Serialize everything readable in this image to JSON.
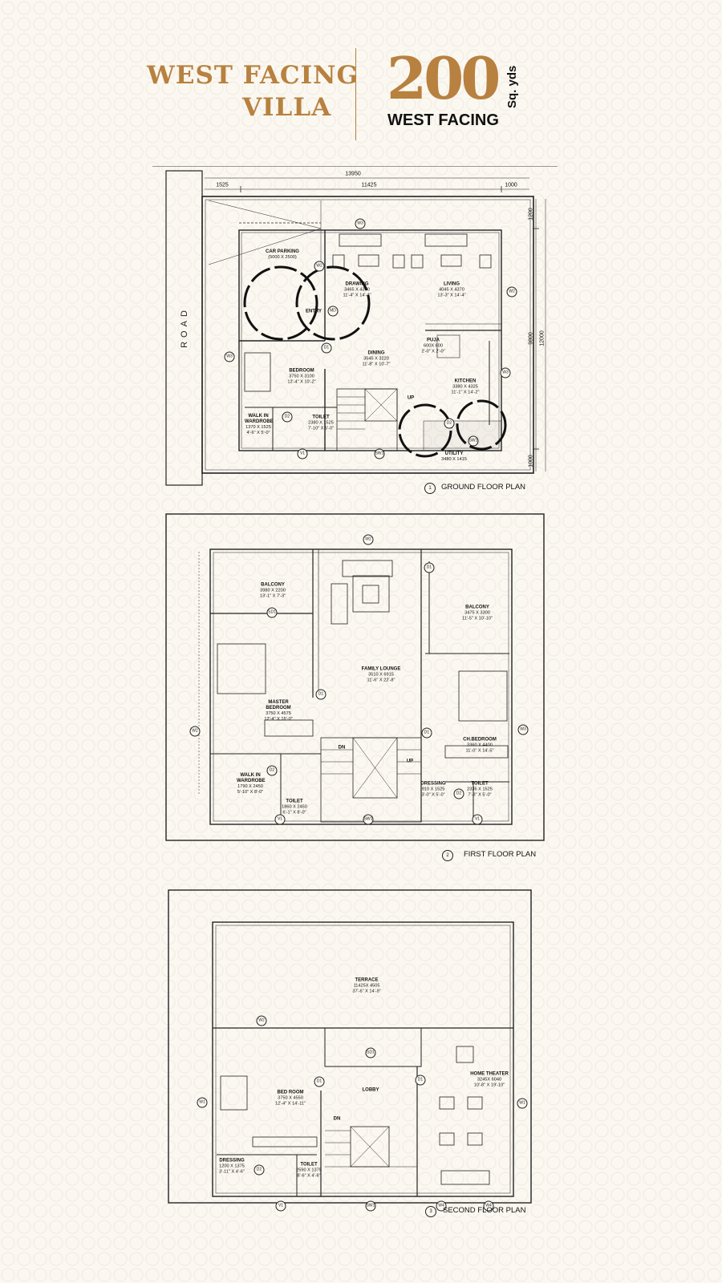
{
  "header": {
    "title_line1": "WEST FACING",
    "title_line2": "VILLA",
    "area_value": "200",
    "area_unit": "Sq. yds",
    "facing": "WEST FACING",
    "accent_color": "#b8813f"
  },
  "ground": {
    "title": "GROUND FLOOR PLAN",
    "number": "1",
    "road_label": "ROAD",
    "dims": {
      "total": "13950",
      "left": "1525",
      "middle": "11425",
      "right": "1000",
      "top_v": "1200",
      "mid_v": "9800",
      "total_v": "12000",
      "bottom_v": "1000"
    },
    "rooms": [
      {
        "name": "CAR PARKING",
        "size": "(5000 X 2500)",
        "imperial": ""
      },
      {
        "name": "DRAWING",
        "size": "3465 X 4370",
        "imperial": "11'-4\" X 14'-4\""
      },
      {
        "name": "LIVING",
        "size": "4045 X 4370",
        "imperial": "13'-3\" X 14'-4\""
      },
      {
        "name": "ENTRY",
        "size": "",
        "imperial": ""
      },
      {
        "name": "PUJA",
        "size": "600X 600",
        "imperial": "2'-0\" X 2'-0\""
      },
      {
        "name": "DINING",
        "size": "3545 X 3220",
        "imperial": "11'-8\" X 10'-7\""
      },
      {
        "name": "BEDROOM",
        "size": "3750 X 3100",
        "imperial": "12'-4\" X 10'-2\""
      },
      {
        "name": "KITCHEN",
        "size": "3380 X 4325",
        "imperial": "11'-1\" X 14'-2\""
      },
      {
        "name": "WALK IN WARDROBE",
        "size": "1370 X 1525",
        "imperial": "4'-6\" X 5'-0\""
      },
      {
        "name": "TOILET",
        "size": "2380 X 1525",
        "imperial": "7'-10\" X 5'-0\""
      },
      {
        "name": "UTILITY",
        "size": "3480 X 1415",
        "imperial": ""
      },
      {
        "name": "UP",
        "size": "",
        "imperial": ""
      }
    ],
    "tags": [
      "W3",
      "W2",
      "MD",
      "W2",
      "D1",
      "W3",
      "W3",
      "D2",
      "D2",
      "SW1",
      "V1",
      "SW1"
    ]
  },
  "first": {
    "title": "FIRST FLOOR PLAN",
    "number": "2",
    "rooms": [
      {
        "name": "BALCONY",
        "size": "3980 X 2200",
        "imperial": "13'-1\" X 7'-3\""
      },
      {
        "name": "FAMILY LOUNGE",
        "size": "3510 X 6915",
        "imperial": "11'-6\" X 22'-8\""
      },
      {
        "name": "BALCONY",
        "size": "3475 X 3300",
        "imperial": "11'-5\" X 10'-10\""
      },
      {
        "name": "MASTER BEDROOM",
        "size": "3750 X 4575",
        "imperial": "12'-4\" X 15'-0\""
      },
      {
        "name": "CH.BEDROOM",
        "size": "3360 X 4400",
        "imperial": "11'-0\" X 14'-5\""
      },
      {
        "name": "WALK IN WARDROBE",
        "size": "1790 X 2450",
        "imperial": "5'-10\" X 8'-0\""
      },
      {
        "name": "TOILET",
        "size": "1860 X 2450",
        "imperial": "6'-1\" X 8'-0\""
      },
      {
        "name": "DRESSING",
        "size": "910 X 1525",
        "imperial": "3'-0\" X 5'-0\""
      },
      {
        "name": "TOILET",
        "size": "2335 X 1525",
        "imperial": "7'-8\" X 5'-0\""
      },
      {
        "name": "DN",
        "size": "",
        "imperial": ""
      },
      {
        "name": "UP",
        "size": "",
        "imperial": ""
      }
    ],
    "tags": [
      "W2",
      "D1",
      "SD1",
      "D1",
      "D1",
      "W2",
      "W3",
      "D2",
      "D2",
      "V1",
      "SW1",
      "V1"
    ]
  },
  "second": {
    "title": "SECOND FLOOR PLAN",
    "number": "3",
    "rooms": [
      {
        "name": "TERRACE",
        "size": "11425X 4505",
        "imperial": "37'-6\" X 14'-9\""
      },
      {
        "name": "BED ROOM",
        "size": "3750 X 4550",
        "imperial": "12'-4\" X 14'-11\""
      },
      {
        "name": "LOBBY",
        "size": "",
        "imperial": ""
      },
      {
        "name": "HOME THEATER",
        "size": "3245X 6040",
        "imperial": "10'-8\" X 19'-10\""
      },
      {
        "name": "DRESSING",
        "size": "1200 X 1375",
        "imperial": "3'-11\" X 4'-6\""
      },
      {
        "name": "TOILET",
        "size": "2590 X 1375",
        "imperial": "8'-6\" X 4'-6\""
      },
      {
        "name": "DN",
        "size": "",
        "imperial": ""
      }
    ],
    "tags": [
      "W2",
      "SD1",
      "D1",
      "D1",
      "W1",
      "W1",
      "D2",
      "V1",
      "SW1",
      "W4",
      "W4"
    ]
  }
}
